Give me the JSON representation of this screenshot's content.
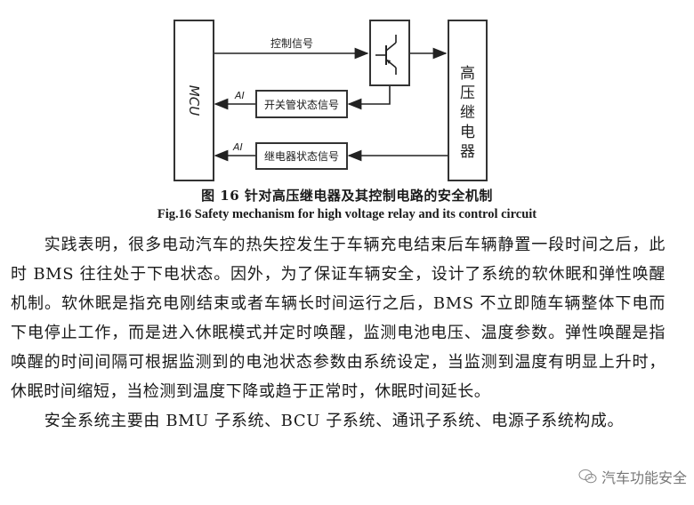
{
  "diagram": {
    "mcu_label": "MCU",
    "relay_label": "高压继电器",
    "control_signal_label": "控制信号",
    "switch_status_label": "开关管状态信号",
    "relay_status_label": "继电器状态信号",
    "ai_label_1": "AI",
    "ai_label_2": "AI",
    "transistor_icon": "transistor-switch-icon"
  },
  "caption": {
    "chinese": "图 16  针对高压继电器及其控制电路的安全机制",
    "english": "Fig.16 Safety mechanism for high voltage relay and its control circuit"
  },
  "body": {
    "paragraphs": [
      "实践表明，很多电动汽车的热失控发生于车辆充电结束后车辆静置一段时间之后，此时 BMS 往往处于下电状态。因外，为了保证车辆安全，设计了系统的软休眠和弹性唤醒机制。软休眠是指充电刚结束或者车辆长时间运行之后，BMS 不立即随车辆整体下电而下电停止工作，而是进入休眠模式并定时唤醒，监测电池电压、温度参数。弹性唤醒是指唤醒的时间间隔可根据监测到的电池状态参数由系统设定，当监测到温度有明显上升时，休眠时间缩短，当检测到温度下降或趋于正常时，休眠时间延长。",
      "安全系统主要由 BMU 子系统、BCU 子系统、通讯子系统、电源子系统构成。"
    ]
  },
  "watermark": {
    "icon": "wechat-icon",
    "text": "汽车功能安全"
  }
}
